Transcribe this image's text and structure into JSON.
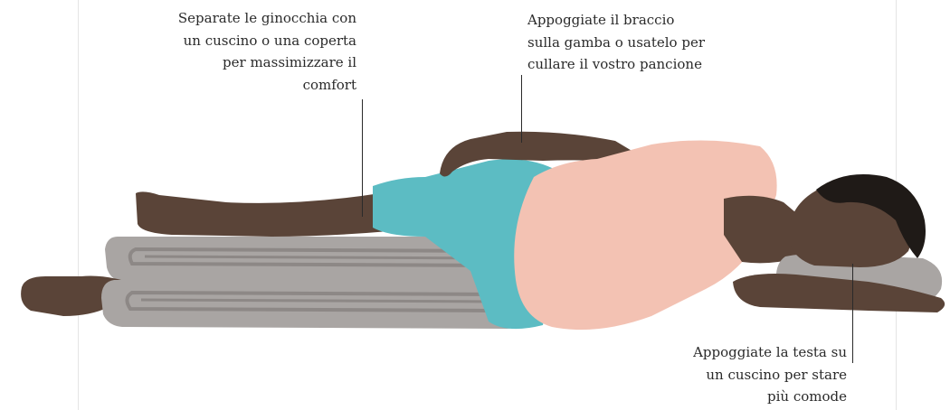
{
  "annotations": {
    "knees": {
      "lines": [
        "Separate le ginocchia con",
        "un cuscino o una coperta",
        "per massimizzare il",
        "comfort"
      ]
    },
    "arm": {
      "lines": [
        "Appoggiate il braccio",
        "sulla gamba o usatelo per",
        "cullare il vostro pancione"
      ]
    },
    "head": {
      "lines": [
        "Appoggiate la testa su",
        "un cuscino per stare",
        "più comode"
      ]
    }
  },
  "colors": {
    "skin": "#5a4438",
    "skin_shadow": "#47352b",
    "shirt": "#f3c2b3",
    "shorts": "#5cbcc3",
    "blanket": "#a9a5a3",
    "blanket_stripe": "#8d8886",
    "hair": "#1f1a17"
  }
}
